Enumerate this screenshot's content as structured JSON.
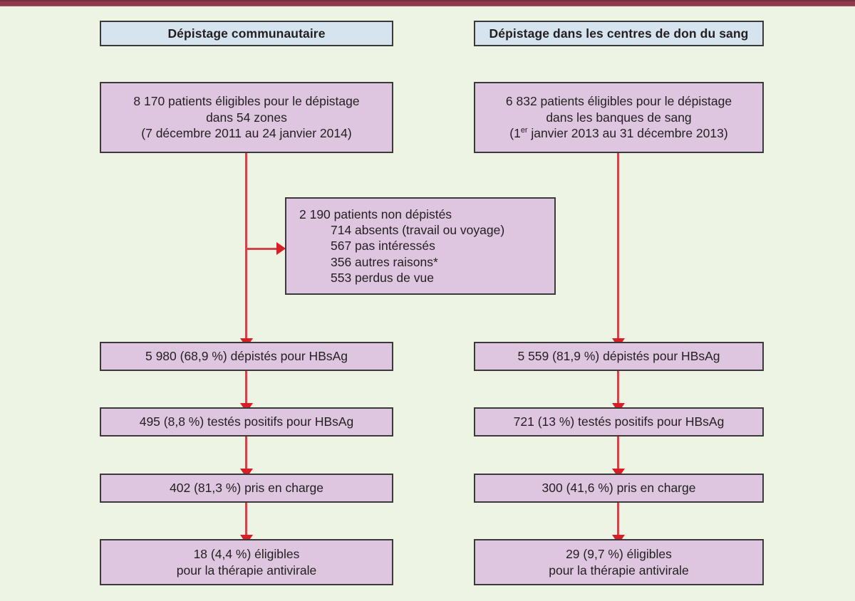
{
  "figure": {
    "type": "flowchart",
    "language": "fr",
    "accent_color": "#d81f26",
    "box_fill": "#dec6e0",
    "header_fill": "#d5e4ef",
    "background": "#eef4e4",
    "top_rule_color": "#8e3a4c"
  },
  "columns": [
    {
      "id": "communautaire",
      "header": "Dépistage communautaire",
      "nodes": [
        {
          "id": "eligibles",
          "lines": [
            "8 170 patients éligibles pour le dépistage",
            "dans 54 zones",
            "(7 décembre 2011 au 24 janvier 2014)"
          ]
        },
        {
          "id": "depistes",
          "lines": [
            "5 980 (68,9 %) dépistés pour HBsAg"
          ]
        },
        {
          "id": "positifs",
          "lines": [
            "495 (8,8 %) testés positifs pour HBsAg"
          ]
        },
        {
          "id": "pris-en-charge",
          "lines": [
            "402 (81,3 %) pris en charge"
          ]
        },
        {
          "id": "therapie",
          "lines": [
            "18 (4,4 %) éligibles",
            "pour la thérapie antivirale"
          ]
        }
      ]
    },
    {
      "id": "don-du-sang",
      "header": "Dépistage dans les centres de don du sang",
      "nodes": [
        {
          "id": "eligibles",
          "lines": [
            "6 832 patients éligibles pour le dépistage",
            "dans les banques de sang",
            "(1er janvier 2013 au 31 décembre 2013)"
          ],
          "line3_html": "(1<sup>er</sup> janvier 2013 au 31 décembre 2013)"
        },
        {
          "id": "depistes",
          "lines": [
            "5 559 (81,9 %) dépistés pour HBsAg"
          ]
        },
        {
          "id": "positifs",
          "lines": [
            "721 (13 %) testés positifs pour HBsAg"
          ]
        },
        {
          "id": "pris-en-charge",
          "lines": [
            "300 (41,6 %) pris en charge"
          ]
        },
        {
          "id": "therapie",
          "lines": [
            "29 (9,7 %) éligibles",
            "pour la thérapie antivirale"
          ]
        }
      ]
    }
  ],
  "exclusion_box": {
    "id": "non-depistes",
    "title": "2 190 patients non dépistés",
    "items": [
      "714 absents (travail ou voyage)",
      "567 pas intéressés",
      "356 autres raisons*",
      "553 perdus de vue"
    ]
  }
}
